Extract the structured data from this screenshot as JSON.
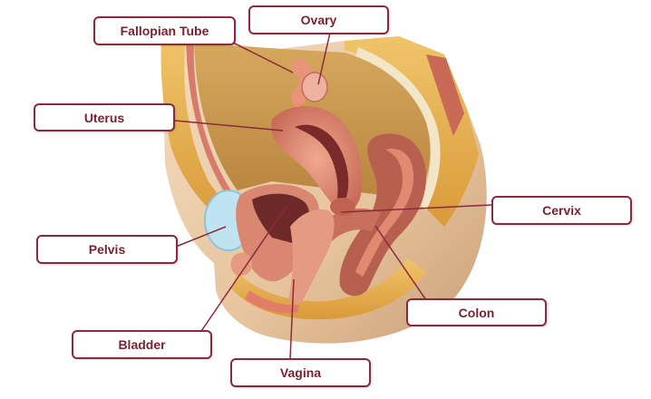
{
  "labels": {
    "ovary": "Ovary",
    "fallopian_tube": "Fallopian Tube",
    "uterus": "Uterus",
    "cervix": "Cervix",
    "pelvis": "Pelvis",
    "colon": "Colon",
    "bladder": "Bladder",
    "vagina": "Vagina"
  },
  "colors": {
    "label_border": "#8a2a3a",
    "label_text": "#7a2230",
    "leader_line": "#8a2a3a",
    "skin": "#e9c9a3",
    "flesh": "#d9846f",
    "fat": "#e8b04a",
    "bone": "#b8dcea"
  }
}
